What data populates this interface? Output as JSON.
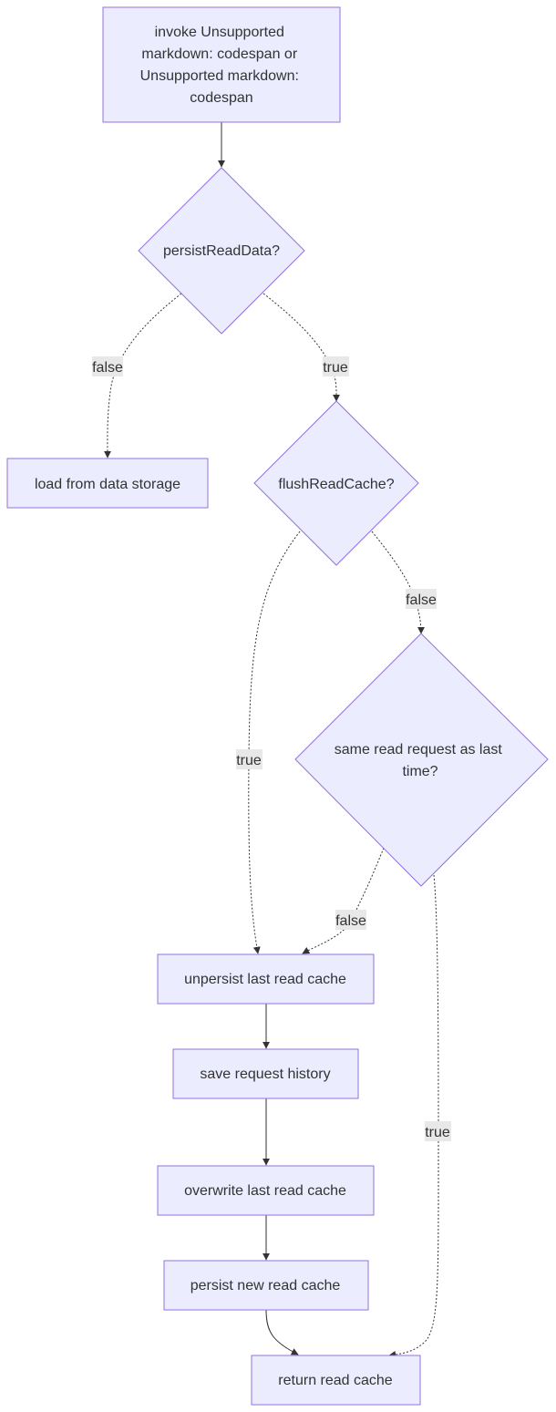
{
  "nodes": {
    "invoke": [
      "invoke Unsupported",
      "markdown: codespan or",
      "Unsupported markdown:",
      "codespan"
    ],
    "persist_read_data": "persistReadData?",
    "load_storage": "load from data storage",
    "flush_read_cache": "flushReadCache?",
    "same_request": [
      "same read request as last",
      "time?"
    ],
    "unpersist": "unpersist last read cache",
    "save_history": "save request history",
    "overwrite": "overwrite last read cache",
    "persist_new": "persist new read cache",
    "return_cache": "return read cache"
  },
  "edges": {
    "persist_false": "false",
    "persist_true": "true",
    "flush_true": "true",
    "flush_false": "false",
    "same_false": "false",
    "same_true": "true"
  }
}
